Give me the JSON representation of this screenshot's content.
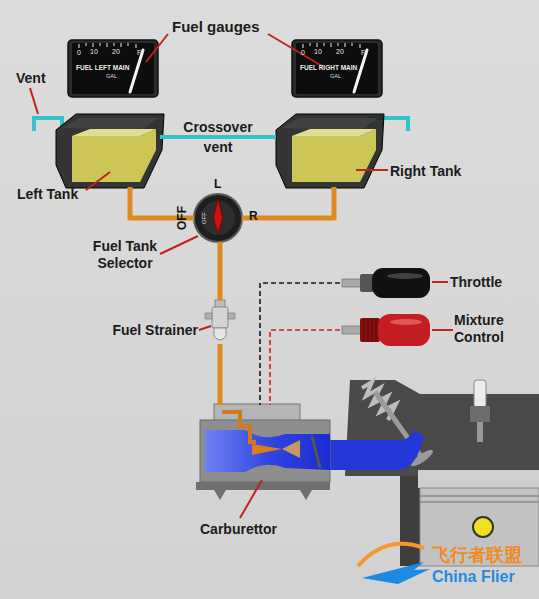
{
  "diagram": {
    "nodes": [
      {
        "text": [
          "0",
          "10",
          "20",
          "F",
          "FUEL LEFT MAIN",
          "GAL"
        ]
      },
      {
        "text": [
          "0",
          "10",
          "20",
          "F",
          "FUEL RIGHT MAIN",
          "GAL"
        ]
      },
      {
        "text": [
          "Left Tank"
        ]
      },
      {
        "text": [
          "Right Tank"
        ]
      },
      {
        "text": [
          "L",
          "R",
          "OFF",
          "OFF",
          "Fuel Tank Selector"
        ]
      },
      {
        "text": [
          "Fuel Strainer"
        ]
      },
      {
        "text": [
          "Throttle"
        ]
      },
      {
        "text": [
          "Mixture Control"
        ]
      },
      {
        "text": [
          "Carburettor"
        ]
      }
    ],
    "edges": [
      {
        "from": 2,
        "to": 4,
        "arrow": "none"
      },
      {
        "from": 3,
        "to": 4,
        "arrow": "none"
      },
      {
        "from": 4,
        "to": 5,
        "arrow": "none"
      },
      {
        "from": 5,
        "to": 8,
        "arrow": "none"
      },
      {
        "from": 6,
        "to": 8,
        "arrow": "none"
      },
      {
        "from": 7,
        "to": 8,
        "arrow": "none"
      },
      {
        "from": 2,
        "to": 3,
        "label": "Crossover vent",
        "arrow": "none"
      }
    ],
    "labels": [
      "Fuel gauges",
      "Vent",
      "飞行者联盟",
      "China Flier"
    ]
  }
}
